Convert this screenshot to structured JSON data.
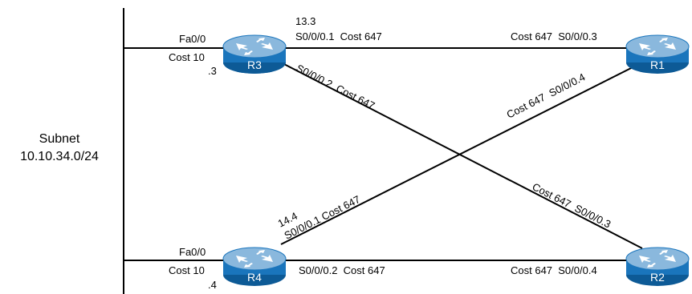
{
  "subnet": {
    "line1": "Subnet",
    "line2": "10.10.34.0/24"
  },
  "routers": {
    "r1": "R1",
    "r2": "R2",
    "r3": "R3",
    "r4": "R4"
  },
  "labels": {
    "r3_lan_if": "Fa0/0",
    "r3_lan_cost": "Cost 10",
    "r3_lan_addr": ".3",
    "r4_lan_if": "Fa0/0",
    "r4_lan_cost": "Cost 10",
    "r4_lan_addr": ".4",
    "r3_top_addr": "13.3",
    "r3_top_if_cost": "S0/0/0.1  Cost 647",
    "r1_left_cost_if": "Cost 647  S0/0/0.3",
    "r3_diag": "S0/0/0.2  Cost 647",
    "r1_diag": "Cost 647  S0/0/0.4",
    "r4_diag_addr": "14.4",
    "r4_diag": "S0/0/0.1 Cost 647",
    "r2_diag": "Cost 647  S0/0/0.3",
    "r4_bottom": "S0/0/0.2  Cost 647",
    "r2_bottom": "Cost 647  S0/0/0.4"
  },
  "colors": {
    "router_fill": "#1a75bc",
    "router_side": "#0d5a96",
    "router_top": "#8ab8dd",
    "line": "#000000"
  }
}
